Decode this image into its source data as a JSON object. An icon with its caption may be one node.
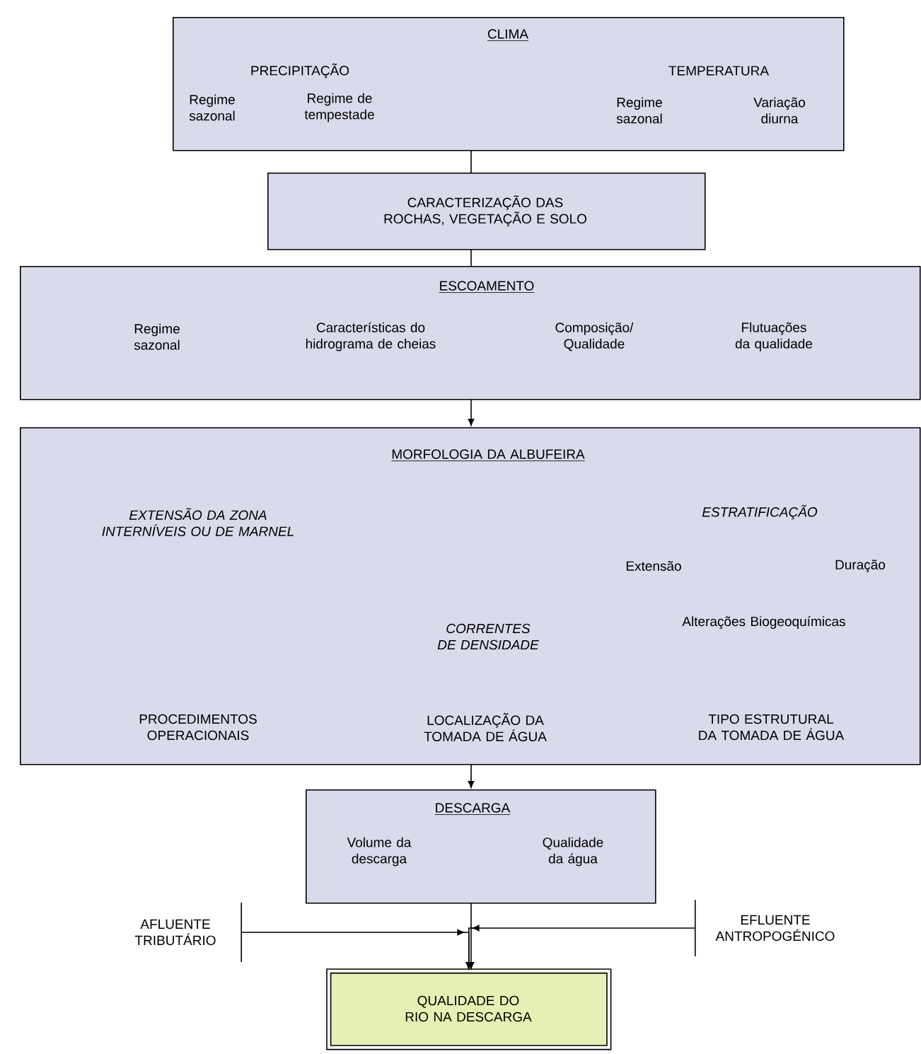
{
  "diagram": {
    "nodes": [
      {
        "text": [
          "CLIMA",
          "PRECIPITAÇÃO",
          "Regime sazonal",
          "Regime de tempestade",
          "TEMPERATURA",
          "Regime sazonal",
          "Variação diurna"
        ]
      },
      {
        "text": [
          "CARACTERIZAÇÃO DAS ROCHAS, VEGETAÇÃO E SOLO"
        ]
      },
      {
        "text": [
          "ESCOAMENTO",
          "Regime sazonal",
          "Características do hidrograma de cheias",
          "Composição/ Qualidade",
          "Flutuações da qualidade"
        ]
      },
      {
        "text": [
          "MORFOLOGIA DA ALBUFEIRA",
          "EXTENSÃO DA ZONA INTERNÍVEIS OU DE MARNEL",
          "ESTRATIFICAÇÃO",
          "Extensão",
          "Duração",
          "CORRENTES DE DENSIDADE",
          "Alterações Biogeoquímicas",
          "PROCEDIMENTOS OPERACIONAIS",
          "LOCALIZAÇÃO DA TOMADA DE ÁGUA",
          "TIPO ESTRUTURAL DA TOMADA DE ÁGUA"
        ]
      },
      {
        "text": [
          "DESCARGA",
          "Volume da descarga",
          "Qualidade da água"
        ]
      },
      {
        "text": [
          "AFLUENTE TRIBUTÁRIO"
        ]
      },
      {
        "text": [
          "EFLUENTE ANTROPOGÉNICO"
        ]
      },
      {
        "text": [
          "QUALIDADE DO RIO NA DESCARGA"
        ]
      }
    ],
    "edges": [
      {
        "from": 0,
        "to": 1,
        "arrow": "none"
      },
      {
        "from": 1,
        "to": 2,
        "arrow": "none"
      },
      {
        "from": 2,
        "to": 3,
        "arrow": "to"
      },
      {
        "from": 3,
        "to": 4,
        "arrow": "to"
      },
      {
        "from": 4,
        "to": 7,
        "arrow": "to"
      },
      {
        "from": 5,
        "to": 7,
        "arrow": "to"
      },
      {
        "from": 6,
        "to": 7,
        "arrow": "to"
      }
    ]
  }
}
